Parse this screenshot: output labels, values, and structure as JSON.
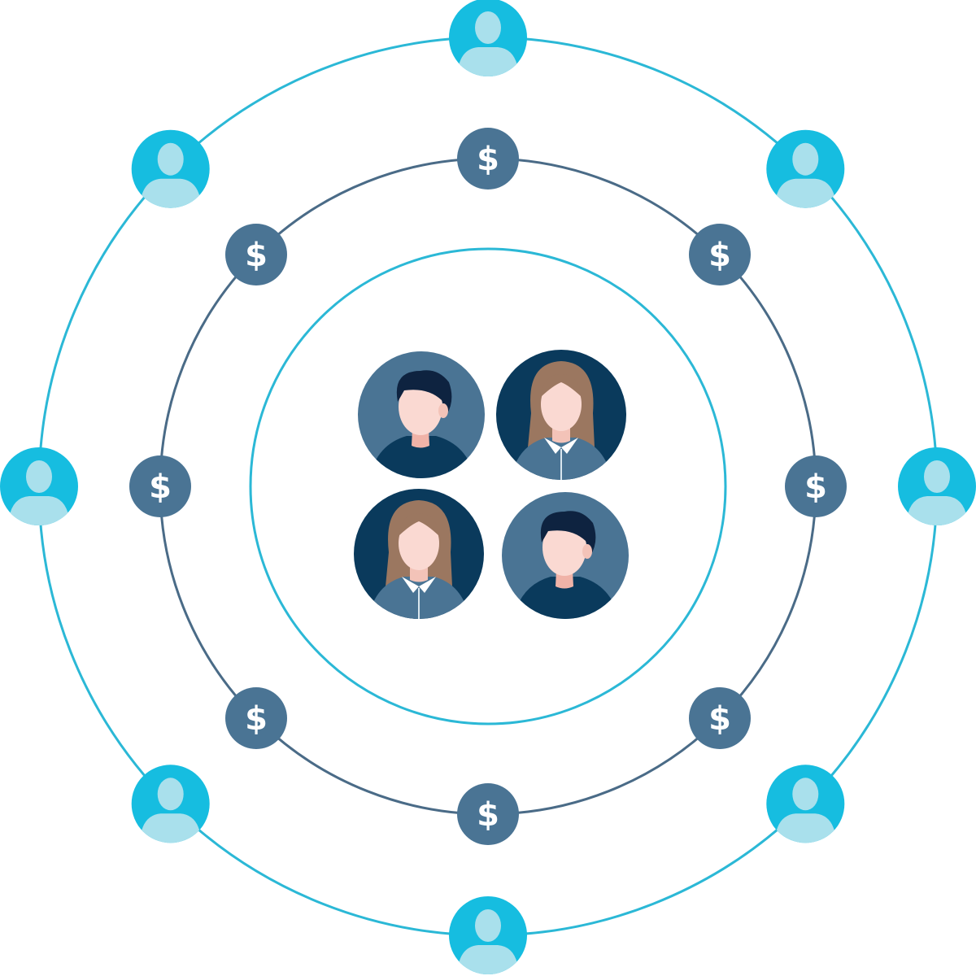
{
  "diagram": {
    "orbits": [
      "inner",
      "middle",
      "outer"
    ],
    "colors": {
      "inner_ring": "#2bb8d6",
      "middle_ring": "#4a6b87",
      "outer_ring": "#2bb8d6",
      "dollar_node": "#4a7494",
      "user_node": "#16bde0",
      "user_silhouette": "#a9e0ec",
      "team_dark": "#0a3a5c",
      "team_mid": "#4a7494"
    },
    "center_team": {
      "members": [
        {
          "role": "man",
          "icon": "man-avatar-icon"
        },
        {
          "role": "woman",
          "icon": "woman-avatar-icon"
        },
        {
          "role": "woman",
          "icon": "woman-avatar-icon"
        },
        {
          "role": "man",
          "icon": "man-avatar-icon"
        }
      ]
    },
    "dollar_nodes": {
      "icon": "dollar-icon",
      "symbol": "$",
      "count": 8
    },
    "user_nodes": {
      "icon": "user-icon",
      "count": 8
    }
  }
}
